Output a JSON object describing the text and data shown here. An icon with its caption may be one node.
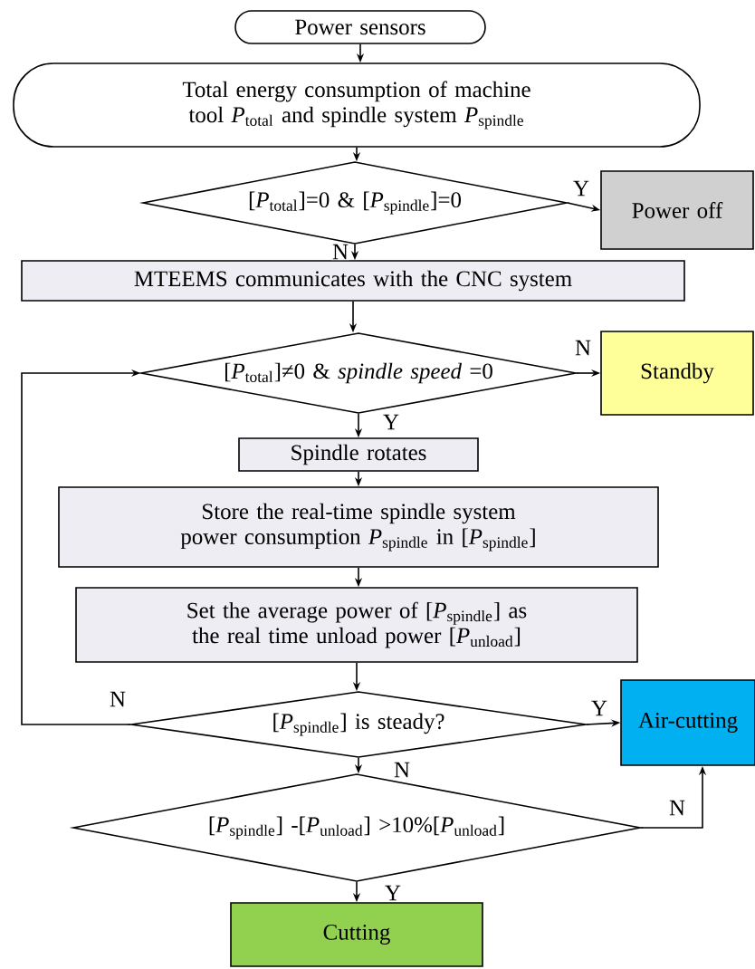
{
  "diagram": {
    "nodes": [
      {
        "text": [
          "Power sensors"
        ]
      },
      {
        "text": [
          "Total energy consumption of machine tool *P*$_{total}$ and spindle system *P*$_{spindle}$"
        ]
      },
      {
        "text": [
          "[*P*$_{total}$]=0 & [*P*$_{spindle}$]=0"
        ]
      },
      {
        "text": [
          "Power off"
        ]
      },
      {
        "text": [
          "MTEEMS communicates with the CNC system"
        ]
      },
      {
        "text": [
          "[*P*$_{total}$]≠0 & *spindle speed* =0"
        ]
      },
      {
        "text": [
          "Standby"
        ]
      },
      {
        "text": [
          "Spindle rotates"
        ]
      },
      {
        "text": [
          "Store the real-time spindle system power consumption *P*$_{spindle}$ in [*P*$_{spindle}$]"
        ]
      },
      {
        "text": [
          "Set the average power of [*P*$_{spindle}$] as the real time unload power [*P*$_{unload}$]"
        ]
      },
      {
        "text": [
          "[*P*$_{spindle}$] is steady?"
        ]
      },
      {
        "text": [
          "Air-cutting"
        ]
      },
      {
        "text": [
          "[*P*$_{spindle}$] -[*P*$_{unload}$] >10%[*P*$_{unload}$]"
        ]
      },
      {
        "text": [
          "Cutting"
        ]
      }
    ],
    "edges": [
      {
        "from": 0,
        "to": 1,
        "arrow": "to"
      },
      {
        "from": 1,
        "to": 2,
        "arrow": "to"
      },
      {
        "from": 2,
        "to": 3,
        "arrow": "to",
        "label": "Y"
      },
      {
        "from": 2,
        "to": 4,
        "arrow": "to",
        "label": "N"
      },
      {
        "from": 4,
        "to": 5,
        "arrow": "to"
      },
      {
        "from": 5,
        "to": 6,
        "arrow": "to",
        "label": "N"
      },
      {
        "from": 5,
        "to": 7,
        "arrow": "to",
        "label": "Y"
      },
      {
        "from": 7,
        "to": 8,
        "arrow": "to"
      },
      {
        "from": 8,
        "to": 9,
        "arrow": "to"
      },
      {
        "from": 9,
        "to": 10,
        "arrow": "to"
      },
      {
        "from": 10,
        "to": 11,
        "arrow": "to",
        "label": "Y"
      },
      {
        "from": 10,
        "to": 5,
        "arrow": "to",
        "label": "N"
      },
      {
        "from": 10,
        "to": 12,
        "arrow": "to",
        "label": "N"
      },
      {
        "from": 12,
        "to": 11,
        "arrow": "to",
        "label": "N"
      },
      {
        "from": 12,
        "to": 13,
        "arrow": "to",
        "label": "Y"
      }
    ]
  }
}
